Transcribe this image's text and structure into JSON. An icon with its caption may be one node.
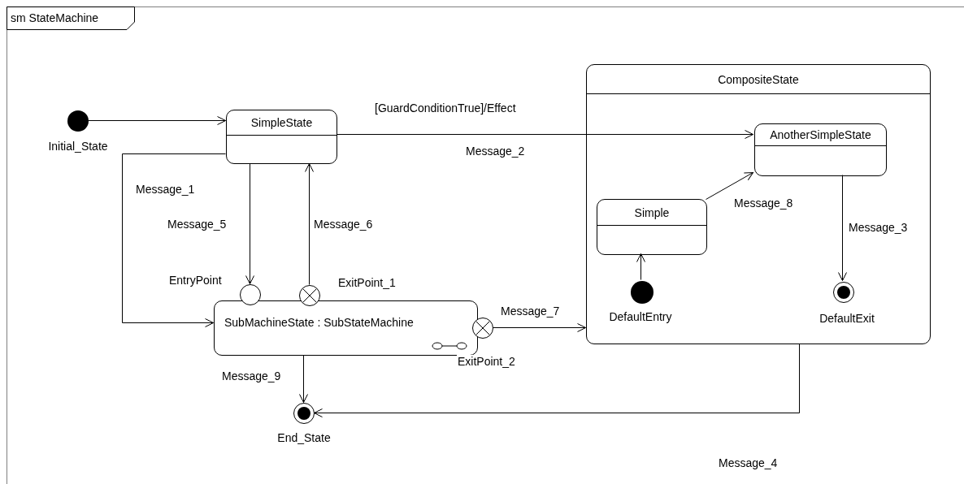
{
  "diagram": {
    "nodes": [
      {
        "text": [
          "sm StateMachine"
        ]
      },
      {
        "text": [],
        "shape": "circle",
        "beside": [
          "Initial_State"
        ],
        "in": 0
      },
      {
        "text": [
          "SimpleState"
        ],
        "in": 0
      },
      {
        "text": [
          "CompositeState"
        ],
        "in": 0
      },
      {
        "text": [
          "AnotherSimpleState"
        ],
        "in": 3
      },
      {
        "text": [
          "Simple"
        ],
        "in": 3
      },
      {
        "text": [],
        "shape": "circle",
        "beside": [
          "DefaultEntry"
        ],
        "in": 3
      },
      {
        "text": [],
        "shape": "circle",
        "beside": [
          "DefaultExit"
        ],
        "in": 3
      },
      {
        "text": [
          "SubMachineState : SubStateMachine"
        ],
        "in": 0
      },
      {
        "text": [],
        "shape": "circle",
        "beside": [
          "EntryPoint"
        ],
        "in": 0
      },
      {
        "text": [],
        "shape": "circle",
        "beside": [
          "ExitPoint_1"
        ],
        "in": 0
      },
      {
        "text": [],
        "shape": "circle",
        "in": 0
      },
      {
        "text": [],
        "shape": "circle",
        "beside": [
          "End_State"
        ],
        "in": 0
      }
    ],
    "edges": [
      {
        "from": 1,
        "to": 2,
        "arrow": "to"
      },
      {
        "from": 2,
        "to": 4,
        "arrow": "to",
        "label": "[GuardConditionTrue]/Effect"
      },
      {
        "from": 2,
        "to": 8,
        "arrow": "to",
        "label": "Message_1"
      },
      {
        "from": 2,
        "to": 9,
        "arrow": "to",
        "label": "Message_5"
      },
      {
        "from": 10,
        "to": 2,
        "arrow": "to",
        "label": "Message_6"
      },
      {
        "from": 11,
        "to": 3,
        "arrow": "to",
        "label": "Message_7"
      },
      {
        "from": 8,
        "to": 12,
        "arrow": "to",
        "label": "Message_9"
      },
      {
        "from": 3,
        "to": 12,
        "arrow": "to",
        "label": "Message_4"
      },
      {
        "from": 5,
        "to": 4,
        "arrow": "to",
        "label": "Message_8"
      },
      {
        "from": 6,
        "to": 5,
        "arrow": "to"
      },
      {
        "from": 4,
        "to": 7,
        "arrow": "to",
        "label": "Message_3"
      }
    ],
    "labels": [
      "Message_2",
      "ExitPoint_2"
    ]
  }
}
